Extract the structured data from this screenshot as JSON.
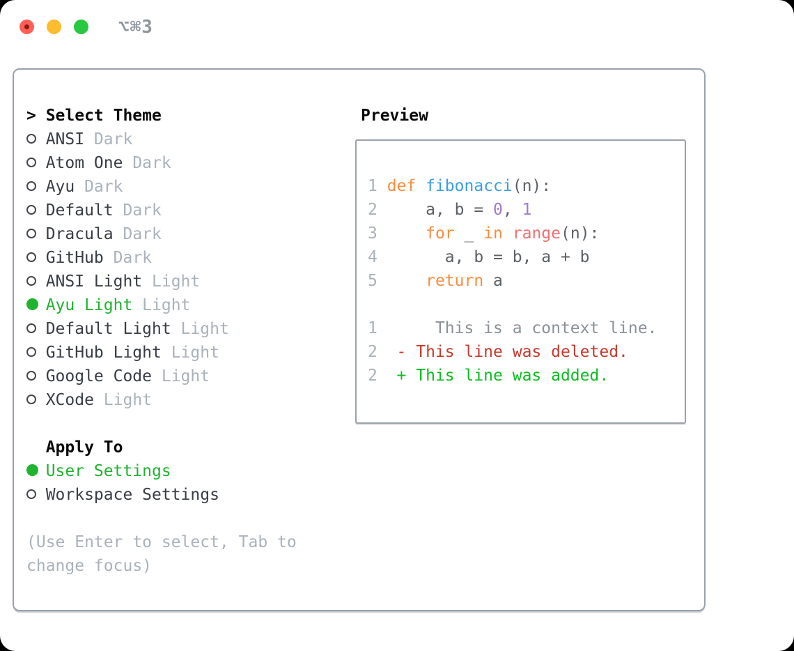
{
  "titlebar": {
    "title": "⌥⌘3",
    "traffic_lights": [
      {
        "name": "close",
        "color": "#ff5f57",
        "has_dot": true
      },
      {
        "name": "minimize",
        "color": "#febc2e",
        "has_dot": false
      },
      {
        "name": "zoom",
        "color": "#28c840",
        "has_dot": false
      }
    ]
  },
  "theme_picker": {
    "prompt": ">",
    "title": "Select Theme",
    "items": [
      {
        "name": "ANSI",
        "variant": "Dark",
        "selected": false
      },
      {
        "name": "Atom One",
        "variant": "Dark",
        "selected": false
      },
      {
        "name": "Ayu",
        "variant": "Dark",
        "selected": false
      },
      {
        "name": "Default",
        "variant": "Dark",
        "selected": false
      },
      {
        "name": "Dracula",
        "variant": "Dark",
        "selected": false
      },
      {
        "name": "GitHub",
        "variant": "Dark",
        "selected": false
      },
      {
        "name": "ANSI Light",
        "variant": "Light",
        "selected": false
      },
      {
        "name": "Ayu Light",
        "variant": "Light",
        "selected": true
      },
      {
        "name": "Default Light",
        "variant": "Light",
        "selected": false
      },
      {
        "name": "GitHub Light",
        "variant": "Light",
        "selected": false
      },
      {
        "name": "Google Code",
        "variant": "Light",
        "selected": false
      },
      {
        "name": "XCode",
        "variant": "Light",
        "selected": false
      }
    ],
    "apply_to": {
      "title": "Apply To",
      "options": [
        {
          "label": "User Settings",
          "selected": true
        },
        {
          "label": "Workspace Settings",
          "selected": false
        }
      ]
    },
    "help_lines": [
      "(Use Enter to select, Tab to",
      "change focus)"
    ]
  },
  "preview": {
    "title": "Preview",
    "code_lines": [
      {
        "num": "1",
        "segments": [
          [
            "def",
            "keyword"
          ],
          [
            " ",
            "fg"
          ],
          [
            "fibonacci",
            "function"
          ],
          [
            "(n):",
            "fg"
          ]
        ]
      },
      {
        "num": "2",
        "segments": [
          [
            "    a, b = ",
            "fg"
          ],
          [
            "0",
            "number"
          ],
          [
            ", ",
            "fg"
          ],
          [
            "1",
            "number"
          ]
        ]
      },
      {
        "num": "3",
        "segments": [
          [
            "    ",
            "fg"
          ],
          [
            "for",
            "keyword"
          ],
          [
            " _ ",
            "fg"
          ],
          [
            "in",
            "keyword"
          ],
          [
            " ",
            "fg"
          ],
          [
            "range",
            "builtin"
          ],
          [
            "(n):",
            "fg"
          ]
        ]
      },
      {
        "num": "4",
        "segments": [
          [
            "      a, b = b, a + b",
            "fg"
          ]
        ]
      },
      {
        "num": "5",
        "segments": [
          [
            "    ",
            "fg"
          ],
          [
            "return",
            "keyword"
          ],
          [
            " a",
            "fg"
          ]
        ]
      }
    ],
    "diff_lines": [
      {
        "num": "1",
        "segments": [
          [
            "     This is a context line.",
            "context"
          ]
        ]
      },
      {
        "num": "2",
        "segments": [
          [
            " - This line was deleted.",
            "deleted"
          ]
        ]
      },
      {
        "num": "2",
        "segments": [
          [
            " + This line was added.",
            "added"
          ]
        ]
      }
    ]
  },
  "palette": {
    "keyword": "#fa8d3e",
    "function": "#399ee6",
    "number": "#a37acc",
    "builtin": "#f07171",
    "fg": "#5c6166",
    "context": "#8a9199",
    "deleted": "#c83a2d",
    "added": "#0cbd20",
    "line_number": "#a9b2bc",
    "selected": "#1fb32f",
    "muted": "#a9b2bc",
    "text": "#383d45",
    "heading": "#0a0a0a",
    "border": "#99a2ac",
    "title": "#8f959e"
  }
}
